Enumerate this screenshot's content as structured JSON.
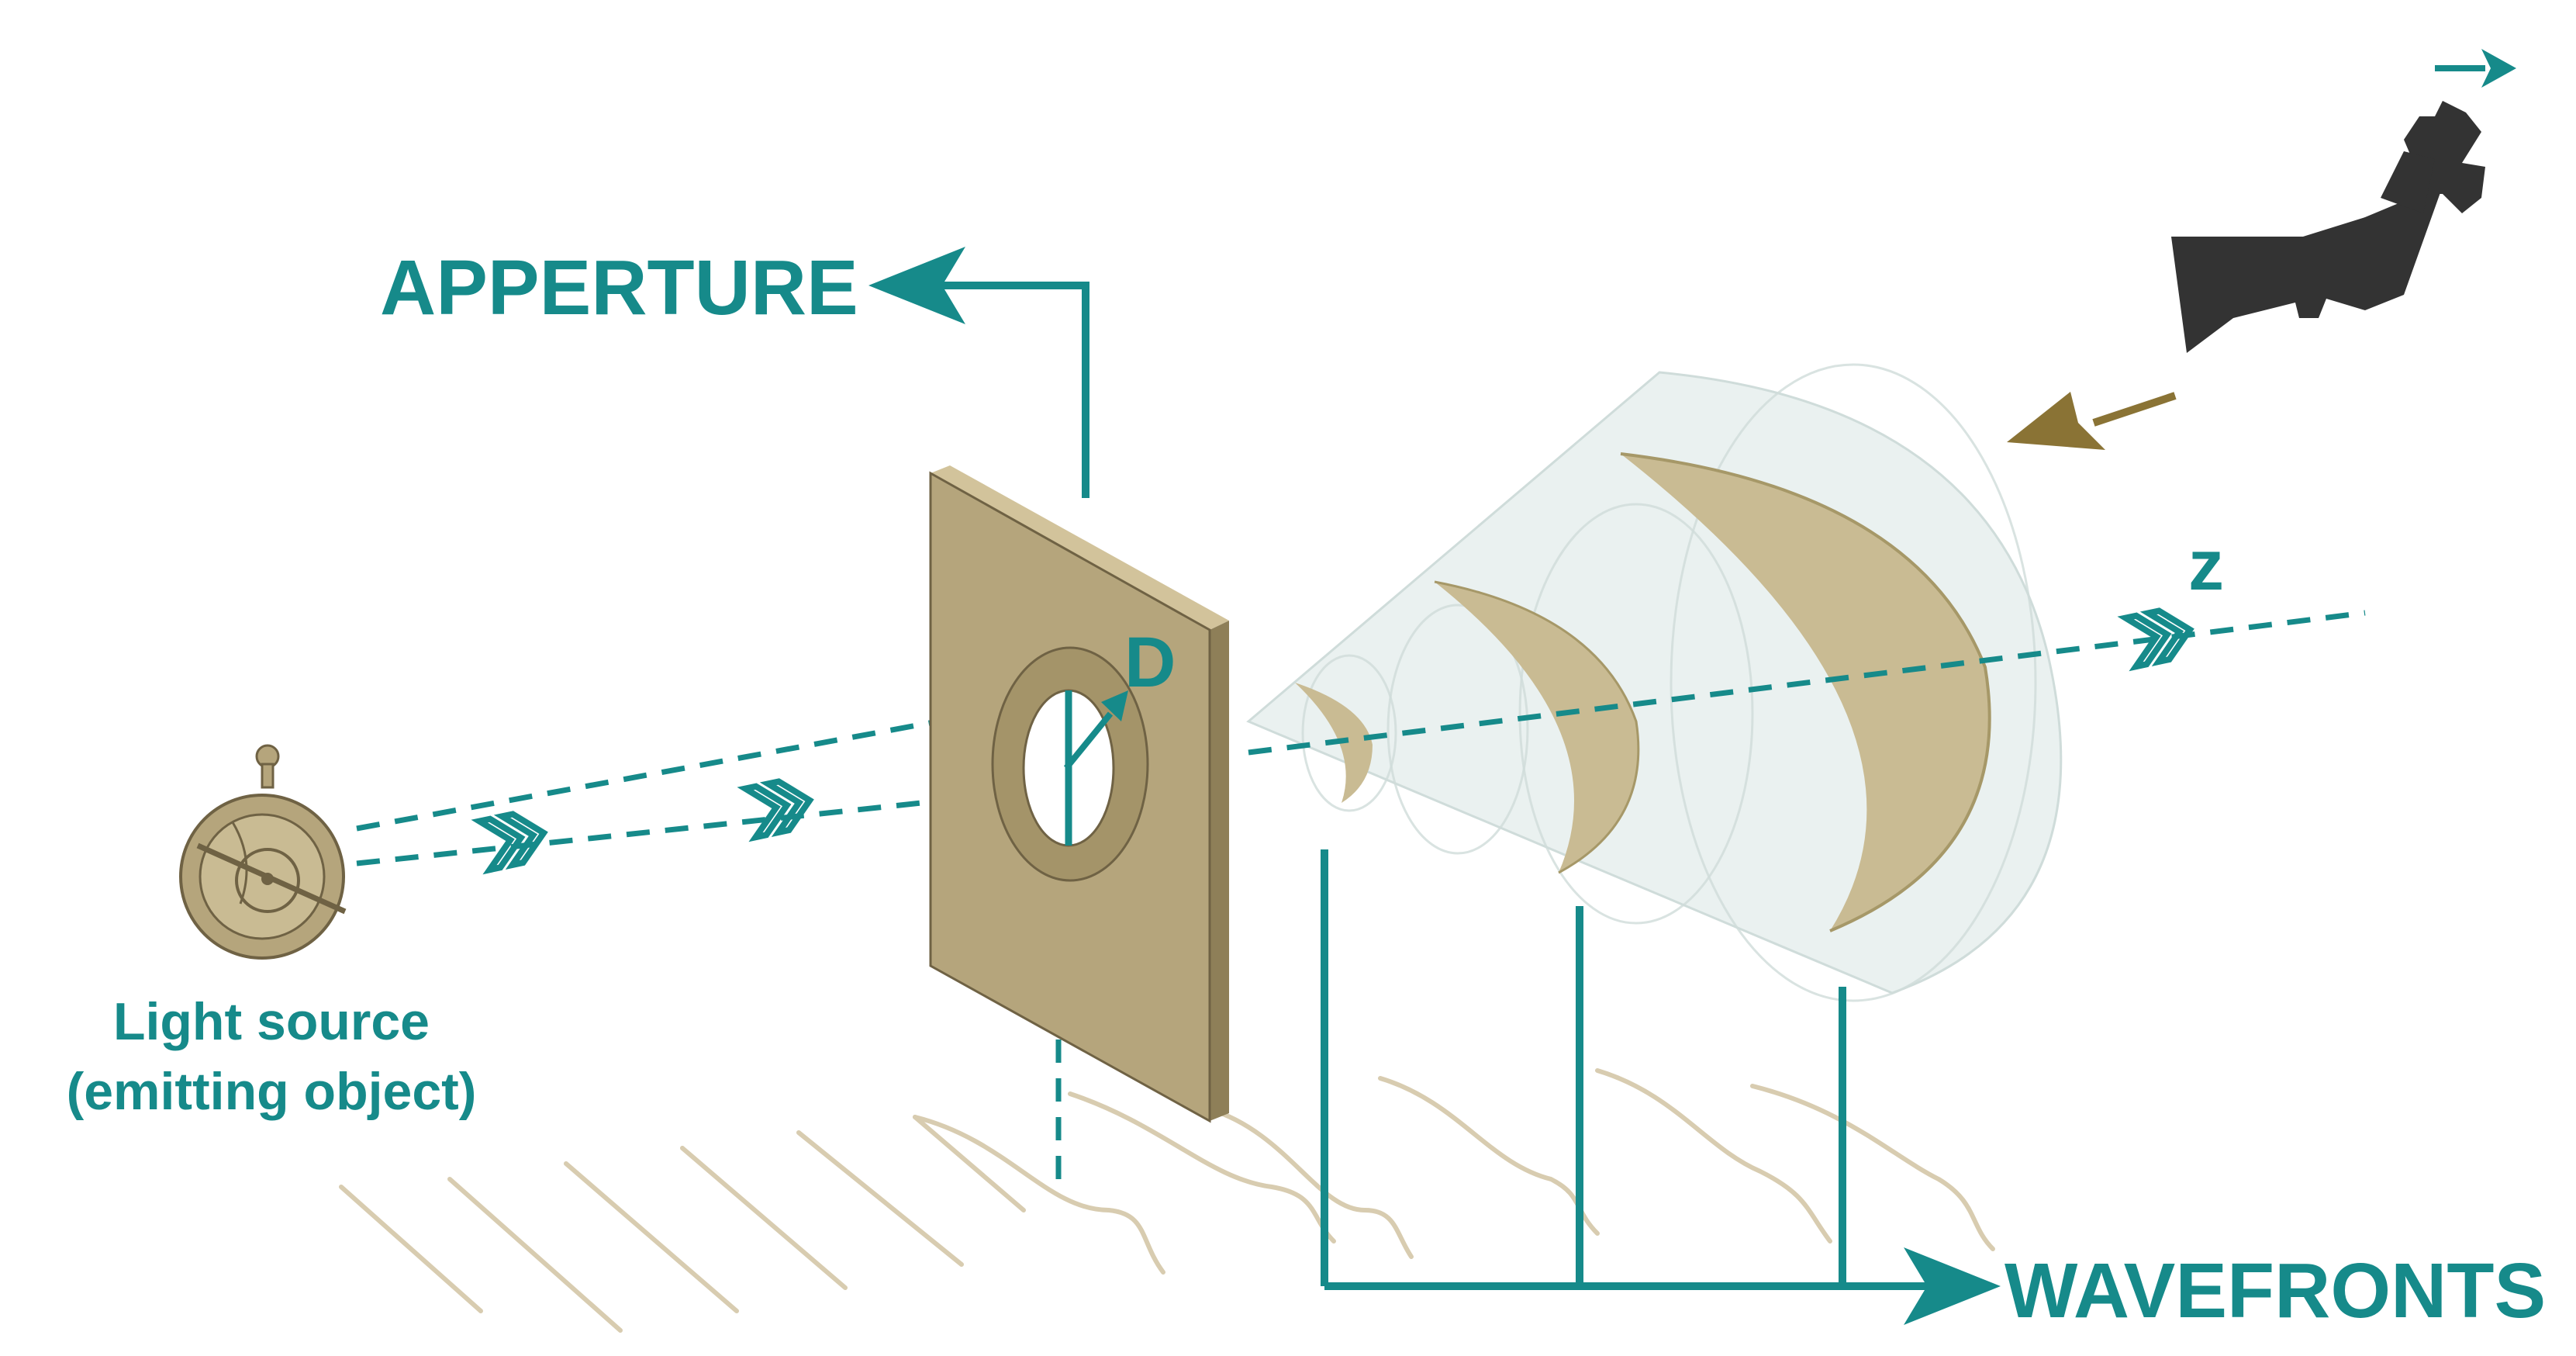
{
  "labels": {
    "aperture": "APPERTURE",
    "wavefronts": "WAVEFRONTS",
    "diameter": "D",
    "axis": "z",
    "source_line1": "Light source",
    "source_line2": "(emitting object)"
  },
  "colors": {
    "teal": "#168a8a",
    "tan": "#b5a57c",
    "tan_dark": "#8e7f58",
    "brown_arrow": "#8a7335",
    "silhouette": "#333333",
    "cone": "#e3eceb"
  },
  "icons": {
    "photon_markers": "double-chevron-icon",
    "light_source": "astrolabe-icon",
    "observer": "eye-silhouette-icon"
  }
}
